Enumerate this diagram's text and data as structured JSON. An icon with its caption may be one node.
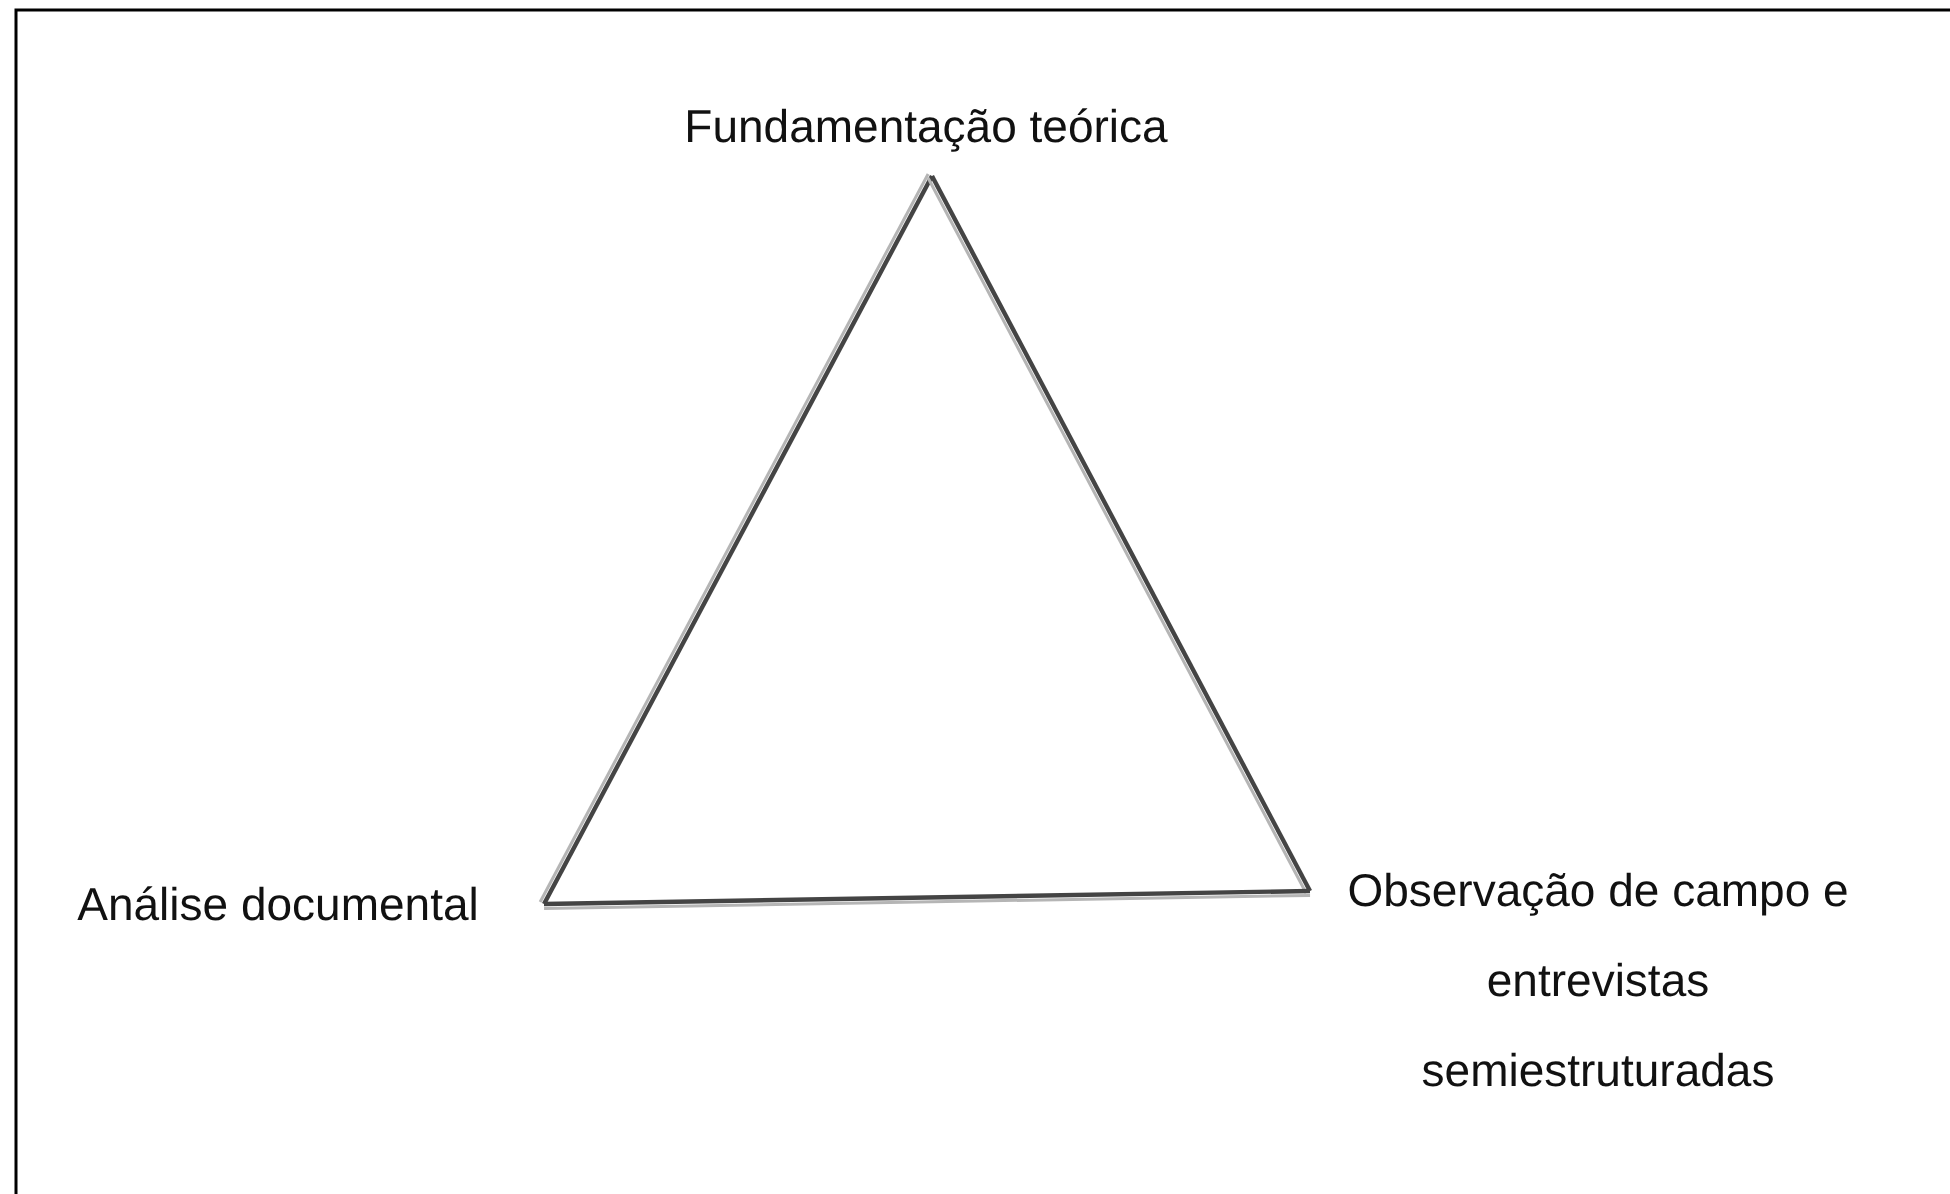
{
  "diagram": {
    "nodes": [
      {
        "text": [
          "Fundamentação teórica"
        ]
      },
      {
        "text": [
          "Análise documental"
        ]
      },
      {
        "text": [
          "Observação de campo e entrevistas semiestruturadas"
        ]
      }
    ],
    "edges": [
      {
        "from": 0,
        "to": 1,
        "arrow": "none"
      },
      {
        "from": 0,
        "to": 2,
        "arrow": "none"
      },
      {
        "from": 1,
        "to": 2,
        "arrow": "none"
      }
    ]
  }
}
